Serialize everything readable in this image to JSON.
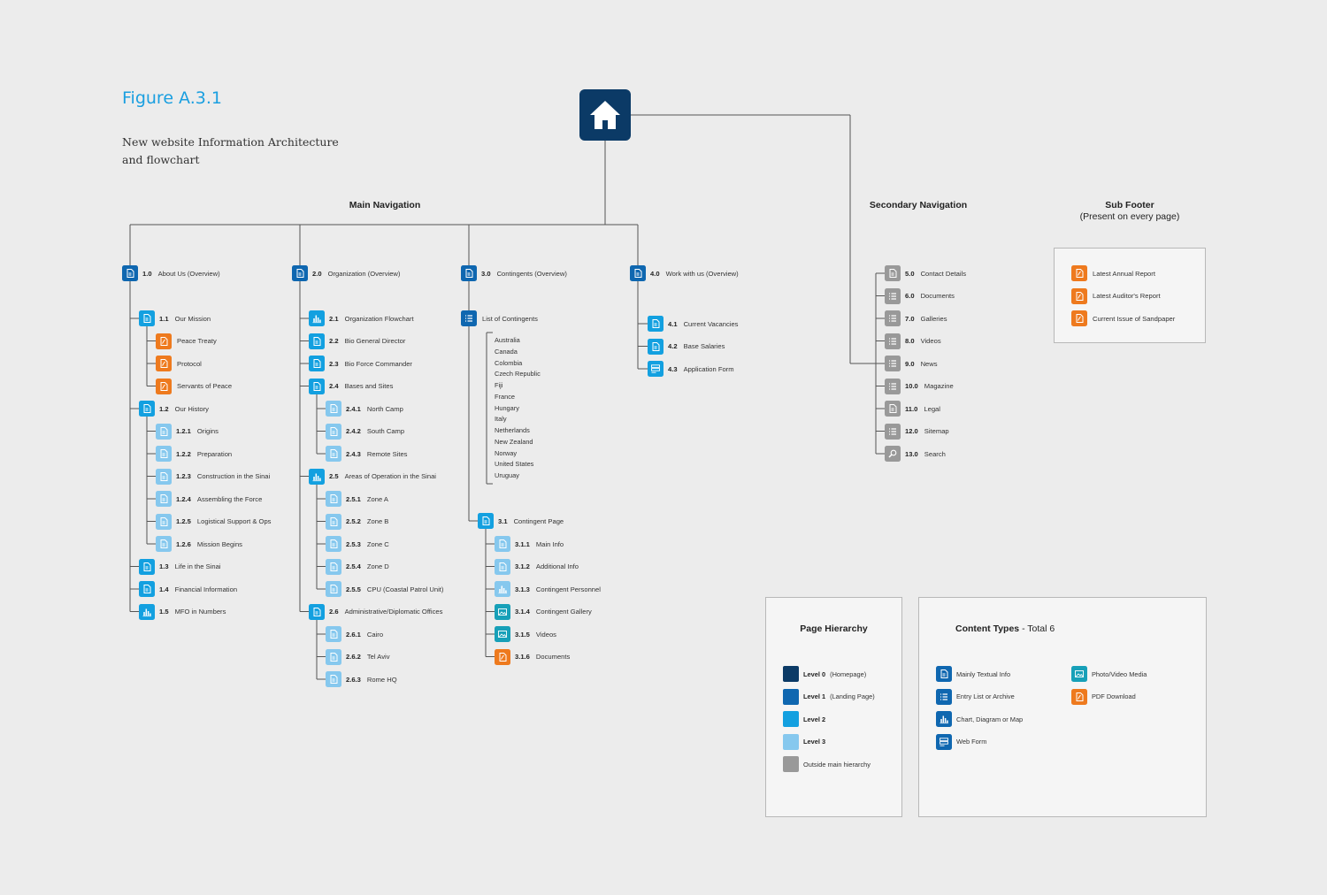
{
  "figure": {
    "title": "Figure A.3.1",
    "subtitle": "New website Information Architecture and flowchart"
  },
  "colors": {
    "level0": "#0b3a66",
    "level1": "#0f67b0",
    "level2": "#13a0e0",
    "level3": "#86c8ee",
    "outside": "#999999",
    "pdf": "#ee7a1e",
    "media": "#17a0b8",
    "line": "#555555"
  },
  "headings": {
    "main_nav": "Main Navigation",
    "secondary_nav": "Secondary Navigation",
    "sub_footer": "Sub Footer",
    "sub_footer_note": "(Present on every page)"
  },
  "home_icon": "house-icon",
  "main_nav": [
    {
      "num": "1.0",
      "label": "About Us (Overview)",
      "level": "level1",
      "type": "doc",
      "children": [
        {
          "num": "1.1",
          "label": "Our Mission",
          "level": "level2",
          "type": "doc",
          "children": [
            {
              "label": "Peace Treaty",
              "level": "pdf",
              "type": "pdf"
            },
            {
              "label": "Protocol",
              "level": "pdf",
              "type": "pdf"
            },
            {
              "label": "Servants of Peace",
              "level": "pdf",
              "type": "pdf"
            }
          ]
        },
        {
          "num": "1.2",
          "label": "Our History",
          "level": "level2",
          "type": "doc",
          "children": [
            {
              "num": "1.2.1",
              "label": "Origins",
              "level": "level3",
              "type": "doc"
            },
            {
              "num": "1.2.2",
              "label": "Preparation",
              "level": "level3",
              "type": "doc"
            },
            {
              "num": "1.2.3",
              "label": "Construction in the Sinai",
              "level": "level3",
              "type": "doc"
            },
            {
              "num": "1.2.4",
              "label": "Assembling the Force",
              "level": "level3",
              "type": "doc"
            },
            {
              "num": "1.2.5",
              "label": "Logistical Support & Ops",
              "level": "level3",
              "type": "doc"
            },
            {
              "num": "1.2.6",
              "label": "Mission Begins",
              "level": "level3",
              "type": "doc"
            }
          ]
        },
        {
          "num": "1.3",
          "label": "Life in the Sinai",
          "level": "level2",
          "type": "doc"
        },
        {
          "num": "1.4",
          "label": "Financial Information",
          "level": "level2",
          "type": "doc"
        },
        {
          "num": "1.5",
          "label": "MFO in Numbers",
          "level": "level2",
          "type": "chart"
        }
      ]
    },
    {
      "num": "2.0",
      "label": "Organization (Overview)",
      "level": "level1",
      "type": "doc",
      "children": [
        {
          "num": "2.1",
          "label": "Organization Flowchart",
          "level": "level2",
          "type": "chart"
        },
        {
          "num": "2.2",
          "label": "Bio General Director",
          "level": "level2",
          "type": "doc"
        },
        {
          "num": "2.3",
          "label": "Bio Force Commander",
          "level": "level2",
          "type": "doc"
        },
        {
          "num": "2.4",
          "label": "Bases and Sites",
          "level": "level2",
          "type": "doc",
          "children": [
            {
              "num": "2.4.1",
              "label": "North Camp",
              "level": "level3",
              "type": "doc"
            },
            {
              "num": "2.4.2",
              "label": "South Camp",
              "level": "level3",
              "type": "doc"
            },
            {
              "num": "2.4.3",
              "label": "Remote Sites",
              "level": "level3",
              "type": "doc"
            }
          ]
        },
        {
          "num": "2.5",
          "label": "Areas of Operation in the Sinai",
          "level": "level2",
          "type": "chart",
          "children": [
            {
              "num": "2.5.1",
              "label": "Zone A",
              "level": "level3",
              "type": "doc"
            },
            {
              "num": "2.5.2",
              "label": "Zone B",
              "level": "level3",
              "type": "doc"
            },
            {
              "num": "2.5.3",
              "label": "Zone C",
              "level": "level3",
              "type": "doc"
            },
            {
              "num": "2.5.4",
              "label": "Zone D",
              "level": "level3",
              "type": "doc"
            },
            {
              "num": "2.5.5",
              "label": "CPU (Coastal Patrol Unit)",
              "level": "level3",
              "type": "doc"
            }
          ]
        },
        {
          "num": "2.6",
          "label": "Administrative/Diplomatic Offices",
          "level": "level2",
          "type": "doc",
          "children": [
            {
              "num": "2.6.1",
              "label": "Cairo",
              "level": "level3",
              "type": "doc"
            },
            {
              "num": "2.6.2",
              "label": "Tel Aviv",
              "level": "level3",
              "type": "doc"
            },
            {
              "num": "2.6.3",
              "label": "Rome HQ",
              "level": "level3",
              "type": "doc"
            }
          ]
        }
      ]
    },
    {
      "num": "3.0",
      "label": "Contingents (Overview)",
      "level": "level1",
      "type": "doc",
      "list": {
        "label": "List of Contingents",
        "level": "level1",
        "type": "list",
        "countries": [
          "Australia",
          "Canada",
          "Colombia",
          "Czech Republic",
          "Fiji",
          "France",
          "Hungary",
          "Italy",
          "Netherlands",
          "New Zealand",
          "Norway",
          "United States",
          "Uruguay"
        ]
      },
      "children": [
        {
          "num": "3.1",
          "label": "Contingent Page",
          "level": "level2",
          "type": "doc",
          "children": [
            {
              "num": "3.1.1",
              "label": "Main Info",
              "level": "level3",
              "type": "doc"
            },
            {
              "num": "3.1.2",
              "label": "Additional Info",
              "level": "level3",
              "type": "doc"
            },
            {
              "num": "3.1.3",
              "label": "Contingent Personnel",
              "level": "level3",
              "type": "chart"
            },
            {
              "num": "3.1.4",
              "label": "Contingent Gallery",
              "level": "media",
              "type": "media"
            },
            {
              "num": "3.1.5",
              "label": "Videos",
              "level": "media",
              "type": "media"
            },
            {
              "num": "3.1.6",
              "label": "Documents",
              "level": "pdf",
              "type": "pdf"
            }
          ]
        }
      ]
    },
    {
      "num": "4.0",
      "label": "Work with us (Overview)",
      "level": "level1",
      "type": "doc",
      "children": [
        {
          "num": "4.1",
          "label": "Current Vacancies",
          "level": "level2",
          "type": "doc"
        },
        {
          "num": "4.2",
          "label": "Base Salaries",
          "level": "level2",
          "type": "doc"
        },
        {
          "num": "4.3",
          "label": "Application Form",
          "level": "level2",
          "type": "form"
        }
      ]
    }
  ],
  "secondary_nav": [
    {
      "num": "5.0",
      "label": "Contact Details",
      "type": "doc"
    },
    {
      "num": "6.0",
      "label": "Documents",
      "type": "list"
    },
    {
      "num": "7.0",
      "label": "Galleries",
      "type": "list"
    },
    {
      "num": "8.0",
      "label": "Videos",
      "type": "list"
    },
    {
      "num": "9.0",
      "label": "News",
      "type": "list"
    },
    {
      "num": "10.0",
      "label": "Magazine",
      "type": "list"
    },
    {
      "num": "11.0",
      "label": "Legal",
      "type": "doc"
    },
    {
      "num": "12.0",
      "label": "Sitemap",
      "type": "list"
    },
    {
      "num": "13.0",
      "label": "Search",
      "type": "search"
    }
  ],
  "sub_footer": [
    {
      "label": "Latest Annual Report",
      "type": "pdf"
    },
    {
      "label": "Latest Auditor's Report",
      "type": "pdf"
    },
    {
      "label": "Current Issue of Sandpaper",
      "type": "pdf"
    }
  ],
  "legend_hierarchy": {
    "title": "Page Hierarchy",
    "items": [
      {
        "bold": "Level 0",
        "rest": "(Homepage)",
        "color": "level0"
      },
      {
        "bold": "Level 1",
        "rest": "(Landing Page)",
        "color": "level1"
      },
      {
        "bold": "Level 2",
        "rest": "",
        "color": "level2"
      },
      {
        "bold": "Level 3",
        "rest": "",
        "color": "level3"
      },
      {
        "bold": "",
        "rest": "Outside main hierarchy",
        "color": "outside"
      }
    ]
  },
  "legend_types": {
    "title": "Content Types",
    "subtitle": "- Total 6",
    "items": [
      {
        "label": "Mainly Textual Info",
        "type": "doc",
        "level": "level1"
      },
      {
        "label": "Entry List or Archive",
        "type": "list",
        "level": "level1"
      },
      {
        "label": "Chart, Diagram or Map",
        "type": "chart",
        "level": "level1"
      },
      {
        "label": "Web Form",
        "type": "form",
        "level": "level1"
      },
      {
        "label": "Photo/Video Media",
        "type": "media",
        "level": "media"
      },
      {
        "label": "PDF Download",
        "type": "pdf",
        "level": "pdf"
      }
    ]
  }
}
